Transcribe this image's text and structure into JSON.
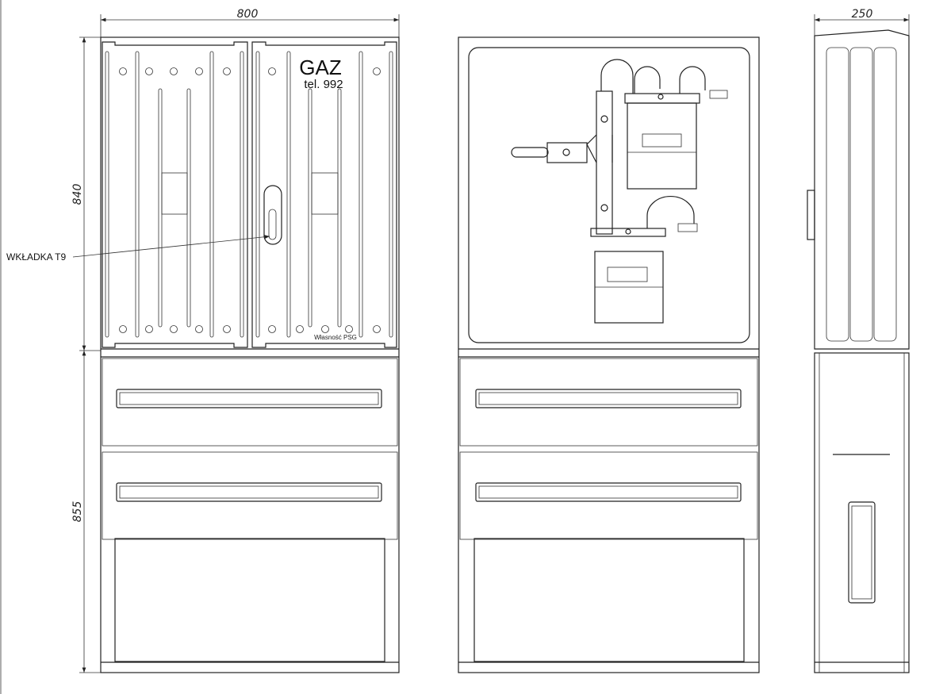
{
  "dimensions": {
    "front_width": "800",
    "side_width": "250",
    "upper_height": "840",
    "lower_height": "855"
  },
  "labels": {
    "gaz": "GAZ",
    "tel": "tel. 992",
    "insert": "WKŁADKA T9",
    "ownership": "Własność PSG"
  }
}
